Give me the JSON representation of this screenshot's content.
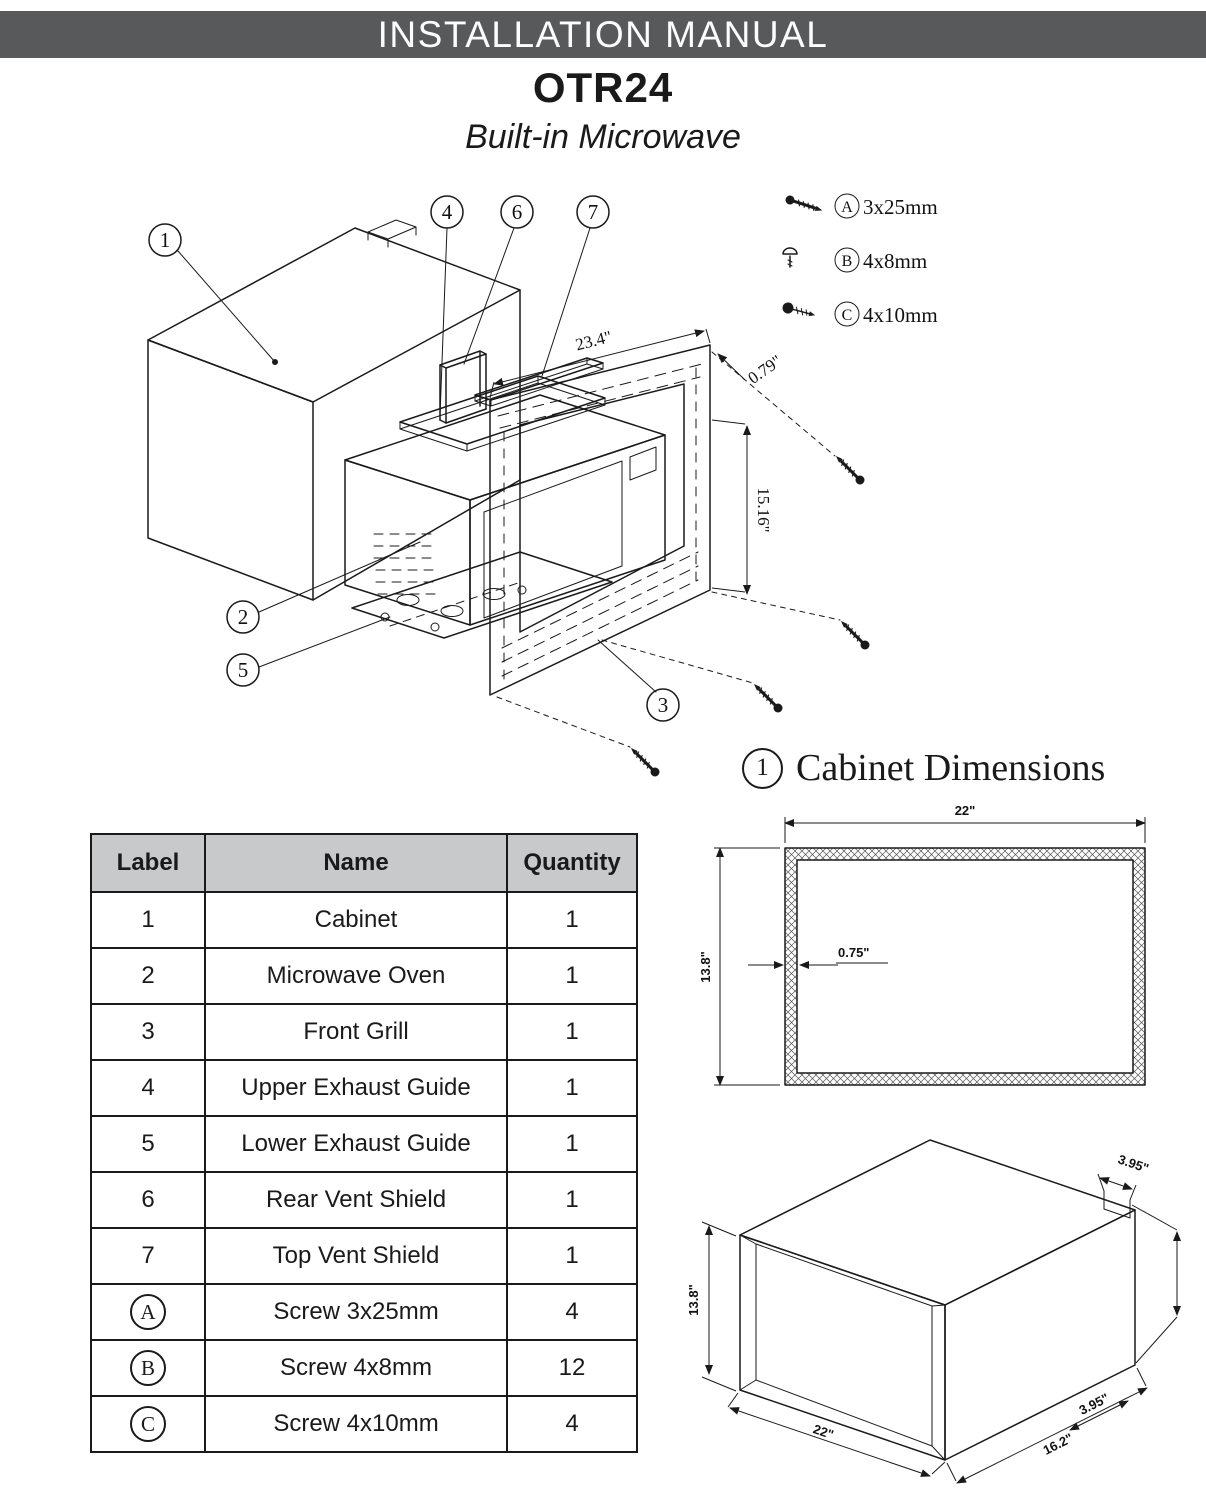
{
  "header": {
    "banner": "INSTALLATION MANUAL",
    "model": "OTR24",
    "subtitle": "Built-in Microwave"
  },
  "exploded_view": {
    "callouts": [
      "1",
      "2",
      "3",
      "4",
      "5",
      "6",
      "7"
    ],
    "screws": [
      {
        "letter": "A",
        "size": "3x25mm"
      },
      {
        "letter": "B",
        "size": "4x8mm"
      },
      {
        "letter": "C",
        "size": "4x10mm"
      }
    ],
    "dimensions": {
      "width": "23.4\"",
      "frame": "0.79\"",
      "height": "15.16\""
    }
  },
  "section": {
    "badge": "1",
    "title": "Cabinet Dimensions"
  },
  "parts_table": {
    "headers": [
      "Label",
      "Name",
      "Quantity"
    ],
    "rows": [
      [
        "1",
        "Cabinet",
        "1"
      ],
      [
        "2",
        "Microwave Oven",
        "1"
      ],
      [
        "3",
        "Front Grill",
        "1"
      ],
      [
        "4",
        "Upper Exhaust Guide",
        "1"
      ],
      [
        "5",
        "Lower Exhaust Guide",
        "1"
      ],
      [
        "6",
        "Rear Vent Shield",
        "1"
      ],
      [
        "7",
        "Top Vent Shield",
        "1"
      ],
      [
        "A",
        "Screw 3x25mm",
        "4"
      ],
      [
        "B",
        "Screw 4x8mm",
        "12"
      ],
      [
        "C",
        "Screw 4x10mm",
        "4"
      ]
    ]
  },
  "top_view": {
    "width": "22\"",
    "height": "13.8\"",
    "wall": "0.75\""
  },
  "perspective_view": {
    "height": "13.8\"",
    "width": "22\"",
    "depth": "16.2\"",
    "notch_top": "3.95\"",
    "notch_side": "3.95\""
  }
}
